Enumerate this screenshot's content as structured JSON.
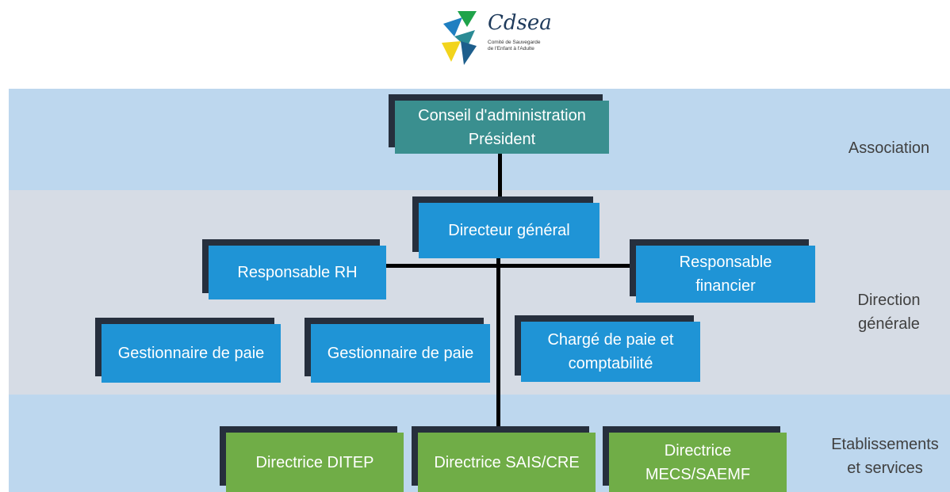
{
  "logo": {
    "name": "Cdsea",
    "subtitle": "Comité de Sauvegarde\nde l'Enfant à l'Adulte"
  },
  "bands": {
    "association": "Association",
    "direction": "Direction\ngénérale",
    "etablissements": "Etablissements\net services"
  },
  "nodes": {
    "conseil": "Conseil d'administration\nPrésident",
    "directeur_general": "Directeur général",
    "responsable_rh": "Responsable RH",
    "responsable_financier": "Responsable\nfinancier",
    "gestionnaire_paie_1": "Gestionnaire de paie",
    "gestionnaire_paie_2": "Gestionnaire de paie",
    "charge_paie": "Chargé de paie et\ncomptabilité",
    "directrice_ditep": "Directrice DITEP",
    "directrice_sais": "Directrice SAIS/CRE",
    "directrice_mecs": "Directrice\nMECS/SAEMF"
  },
  "colors": {
    "association_band": "#bdd7ee",
    "direction_band": "#d6dce5",
    "box_teal": "#3a8f8f",
    "box_blue": "#1f94d6",
    "box_green": "#70ad47",
    "box_shadow": "#262f3d"
  }
}
